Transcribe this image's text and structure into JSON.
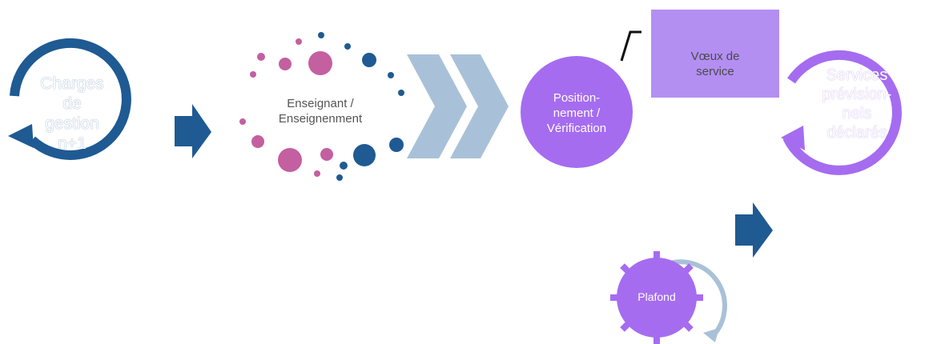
{
  "nodes": {
    "charges": {
      "label": "Charges\nde\ngestion\nn+1"
    },
    "enseignant": {
      "label": "Enseignant /\nEnseignenment"
    },
    "positionnement": {
      "label": "Position-\nnement /\nVérification"
    },
    "voeux": {
      "label": "Vœux de\nservice"
    },
    "services": {
      "label": "Services\nprévision-\nnels\ndéclarés"
    },
    "plafond": {
      "label": "Plafond"
    }
  },
  "colors": {
    "dark_blue": "#1f5a93",
    "pink": "#c45fa0",
    "light_blue_steel": "#a9c1d8",
    "purple": "#a56cf0",
    "light_purple": "#b38ff2",
    "white": "#ffffff"
  }
}
